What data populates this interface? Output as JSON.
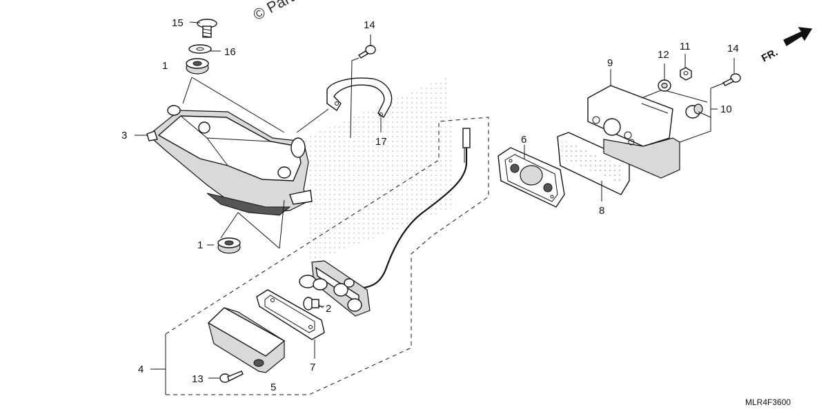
{
  "watermark": "© Partzilla",
  "direction_arrow": {
    "label": "FR."
  },
  "diagram_code": "MLR4F3600",
  "callouts": {
    "c1_top": "1",
    "c1_bottom": "1",
    "c2": "2",
    "c3": "3",
    "c4": "4",
    "c5": "5",
    "c6": "6",
    "c7": "7",
    "c8": "8",
    "c9": "9",
    "c10": "10",
    "c11": "11",
    "c12": "12",
    "c13": "13",
    "c14_left": "14",
    "c14_right": "14",
    "c15": "15",
    "c16": "16",
    "c17": "17"
  }
}
